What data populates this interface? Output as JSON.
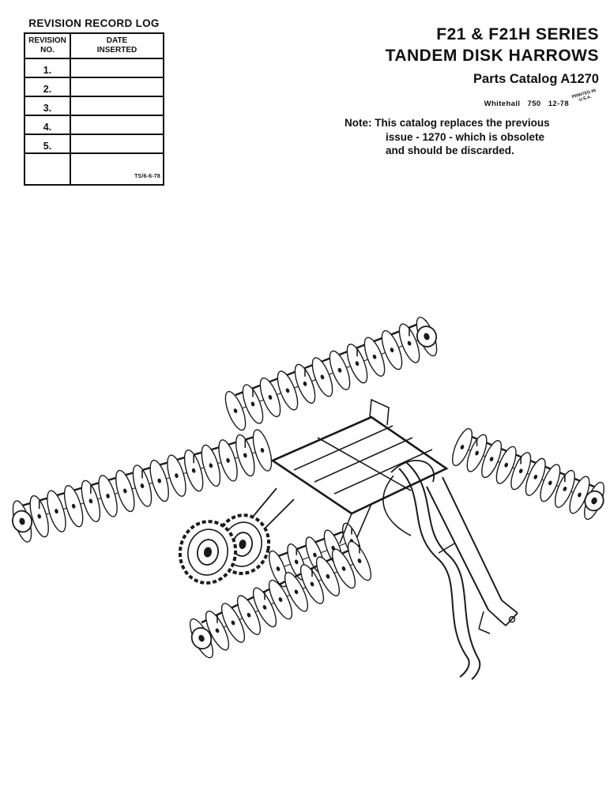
{
  "revision_log": {
    "title": "REVISION RECORD LOG",
    "columns": {
      "col1": "REVISION\nNO.",
      "col2": "DATE\nINSERTED"
    },
    "rows": [
      "1.",
      "2.",
      "3.",
      "4.",
      "5."
    ],
    "footnote": "TS/6-6-78"
  },
  "header": {
    "title_line1": "F21 & F21H SERIES",
    "title_line2": "TANDEM DISK HARROWS",
    "subtitle": "Parts Catalog A1270",
    "print_code": "Whitehall   750   12-78",
    "stamp": "PRINTED IN U.S.A.",
    "note_line1": "Note: This catalog replaces the previous",
    "note_line2": "issue - 1270 - which is obsolete",
    "note_line3": "and should be discarded."
  },
  "illustration": {
    "description": "Isometric line drawing of F21 tandem disk harrow"
  },
  "colors": {
    "ink": "#1a1a1a",
    "paper": "#ffffff"
  }
}
